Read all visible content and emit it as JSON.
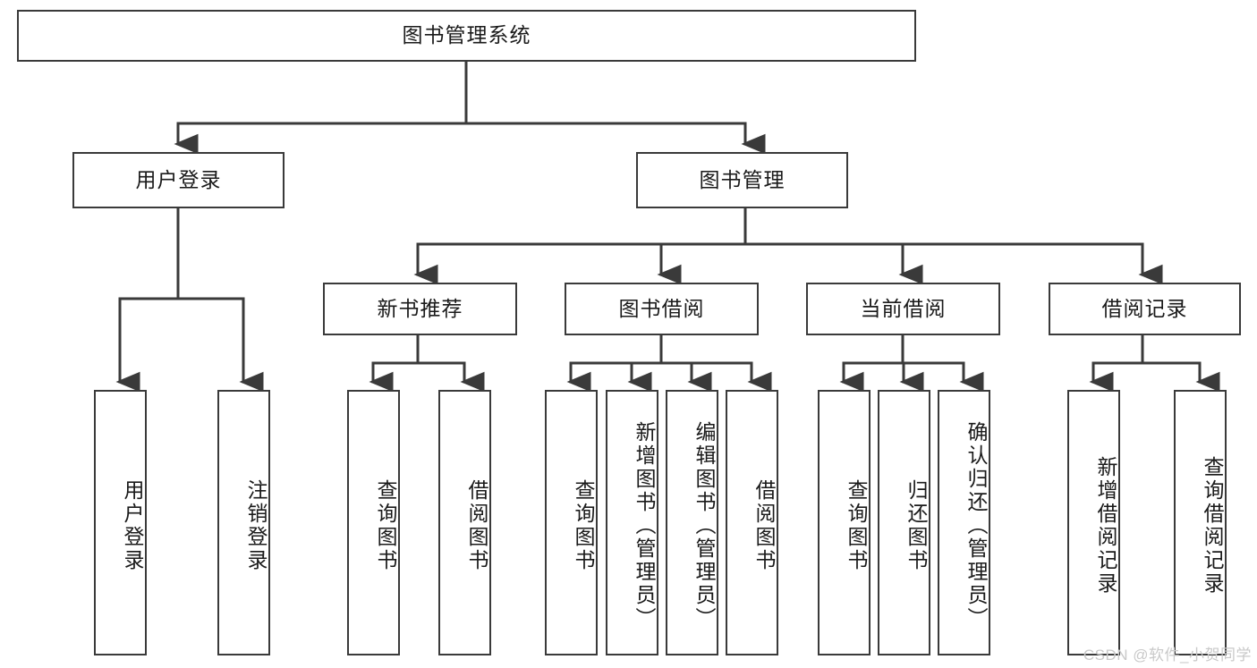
{
  "diagram": {
    "type": "tree-hierarchy",
    "orientation": "top-down",
    "title": "图书管理系统",
    "style": {
      "box_border_color": "#3a3a3a",
      "box_fill_color": "#ffffff",
      "connector_color": "#3a3a3a",
      "text_color": "#1a1a1a",
      "background_color": "#ffffff"
    },
    "root": {
      "label": "图书管理系统"
    },
    "level2": [
      {
        "label": "用户登录"
      },
      {
        "label": "图书管理"
      }
    ],
    "level3": [
      {
        "label": "新书推荐"
      },
      {
        "label": "图书借阅"
      },
      {
        "label": "当前借阅"
      },
      {
        "label": "借阅记录"
      }
    ],
    "leaves": {
      "user_login": [
        {
          "label": "用户登录"
        },
        {
          "label": "注销登录"
        }
      ],
      "new_book_recommend": [
        {
          "label": "查询图书"
        },
        {
          "label": "借阅图书"
        }
      ],
      "book_borrow": [
        {
          "label": "查询图书"
        },
        {
          "label": "新增图书（管理员）"
        },
        {
          "label": "编辑图书（管理员）"
        },
        {
          "label": "借阅图书"
        }
      ],
      "current_borrow": [
        {
          "label": "查询图书"
        },
        {
          "label": "归还图书"
        },
        {
          "label": "确认归还（管理员）"
        }
      ],
      "borrow_record": [
        {
          "label": "新增借阅记录"
        },
        {
          "label": "查询借阅记录"
        }
      ]
    }
  },
  "watermark": {
    "text": "CSDN @软件_小贺同学"
  }
}
